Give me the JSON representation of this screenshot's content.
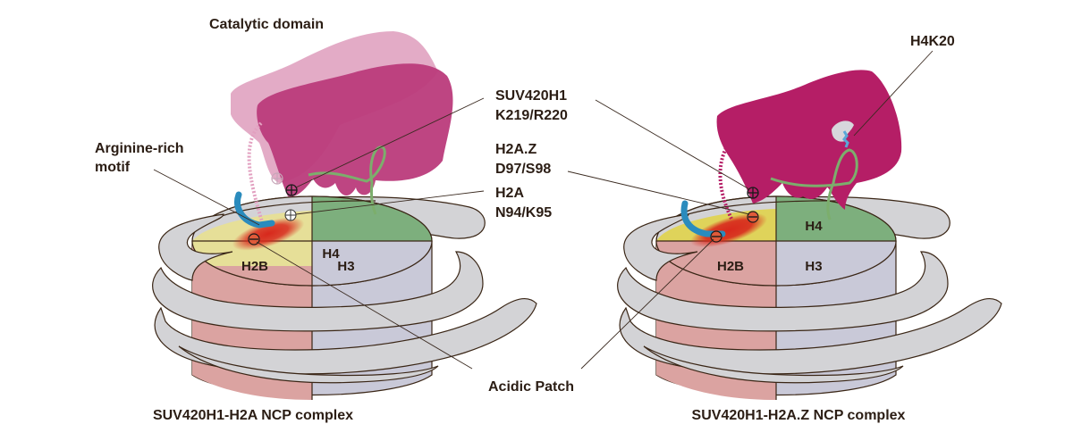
{
  "figure": {
    "panels": [
      {
        "id": "left",
        "title": "SUV420H1-H2A NCP complex",
        "histones": {
          "h4": "H4",
          "h3": "H3",
          "h2b": "H2B"
        },
        "histone_colors": {
          "h2a_region": "#e6df98",
          "h2b": "#dba3a1",
          "h3": "#c9c9d8",
          "h4": "#7daf7d"
        },
        "enzyme_color": "#bb3b7b",
        "enzyme_ghost_color": "#e0a2c0"
      },
      {
        "id": "right",
        "title": "SUV420H1-H2A.Z NCP complex",
        "histones": {
          "h4": "H4",
          "h3": "H3",
          "h2b": "H2B"
        },
        "histone_colors": {
          "h2a_region": "#dfd35a",
          "h2b": "#dba3a1",
          "h3": "#c9c9d8",
          "h4": "#7daf7d"
        },
        "enzyme_color": "#b51e66"
      }
    ],
    "labels": {
      "catalytic_domain": "Catalytic domain",
      "arginine_rich_line1": "Arginine-rich",
      "arginine_rich_line2": "motif",
      "suv_line1": "SUV420H1",
      "suv_line2": "K219/R220",
      "h2az_line1": "H2A.Z",
      "h2az_line2": "D97/S98",
      "h2a_line1": "H2A",
      "h2a_line2": "N94/K95",
      "h4k20": "H4K20",
      "acidic_patch": "Acidic Patch"
    },
    "charge_symbols": {
      "positive": "+",
      "negative": "−"
    },
    "colors": {
      "dna": "#d3d3d6",
      "arginine_motif": "#2a8bbd",
      "acidic_patch": "#d8281c",
      "h4_tail": "#7cae6c",
      "h4k20_residue": "#5aa8d8",
      "active_site": "#d7d7dc"
    }
  }
}
